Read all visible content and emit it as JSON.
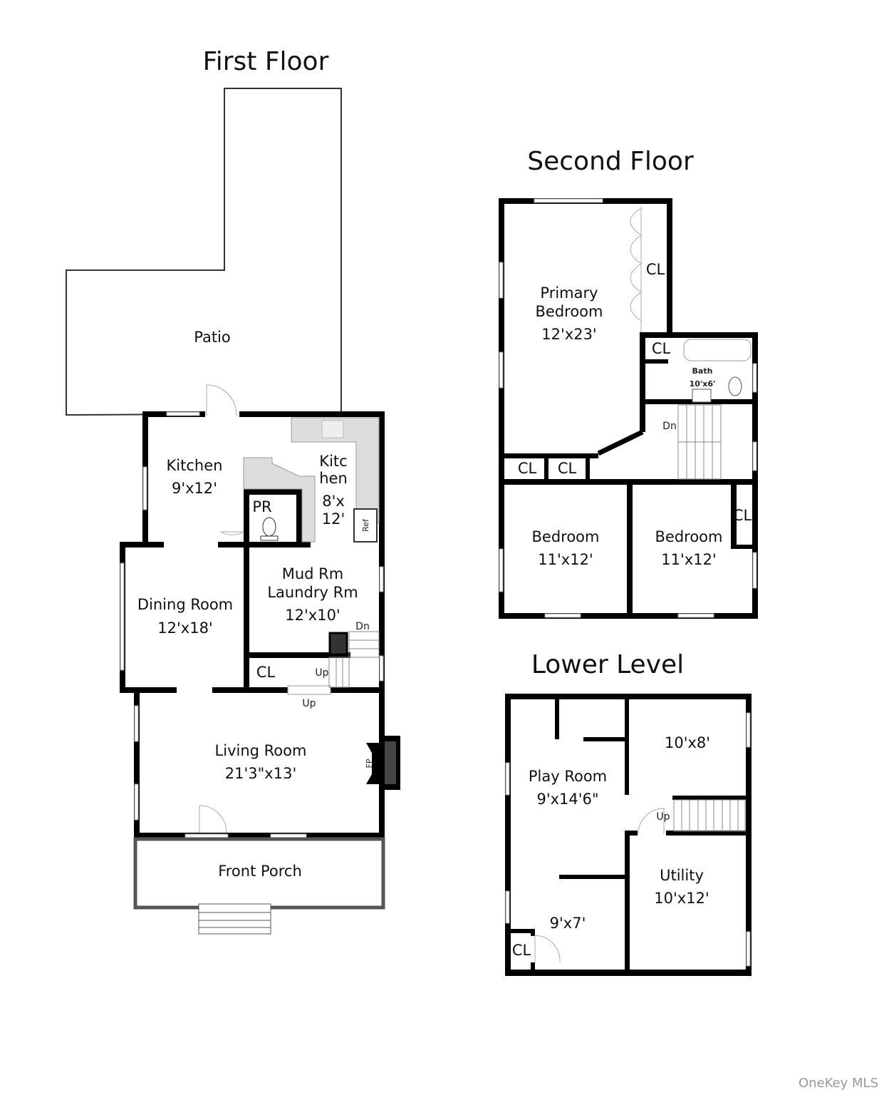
{
  "floors": {
    "first": {
      "title": "First Floor",
      "rooms": {
        "patio": "Patio",
        "kitchen_name": "Kitchen",
        "kitchen_size": "9'x12'",
        "kitchen2_l1": "Kitc",
        "kitchen2_l2": "hen",
        "kitchen2_l3": "8'x",
        "kitchen2_l4": "12'",
        "pr": "PR",
        "ref": "Ref",
        "mud_l1": "Mud Rm",
        "mud_l2": "Laundry Rm",
        "mud_size": "12'x10'",
        "dining_name": "Dining Room",
        "dining_size": "12'x18'",
        "cl": "CL",
        "dn": "Dn",
        "up1": "Up",
        "up2": "Up",
        "living_name": "Living Room",
        "living_size": "21'3\"x13'",
        "fp": "FP",
        "porch": "Front Porch"
      }
    },
    "second": {
      "title": "Second Floor",
      "rooms": {
        "primary_l1": "Primary",
        "primary_l2": "Bedroom",
        "primary_size": "12'x23'",
        "cl_main": "CL",
        "cl_bath": "CL",
        "bath_name": "Bath",
        "bath_size": "10'x6'",
        "dn": "Dn",
        "cl_a": "CL",
        "cl_b": "CL",
        "bed1_name": "Bedroom",
        "bed1_size": "11'x12'",
        "bed2_name": "Bedroom",
        "bed2_size": "11'x12'",
        "cl_c": "CL"
      }
    },
    "lower": {
      "title": "Lower Level",
      "rooms": {
        "room_10x8": "10'x8'",
        "play_name": "Play Room",
        "play_size": "9'x14'6\"",
        "up": "Up",
        "utility_name": "Utility",
        "utility_size": "10'x12'",
        "room_9x7": "9'x7'",
        "cl": "CL"
      }
    }
  },
  "watermark": "OneKey MLS"
}
